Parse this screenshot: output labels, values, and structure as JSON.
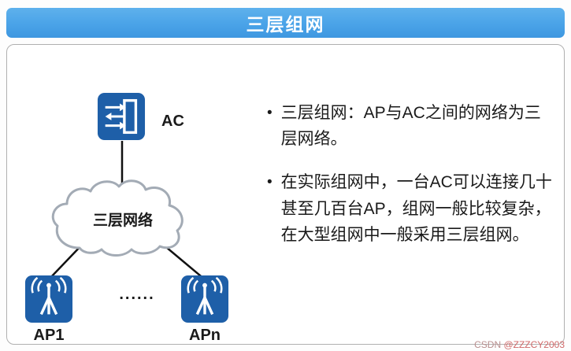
{
  "header": {
    "title": "三层组网"
  },
  "diagram": {
    "ac": {
      "label": "AC"
    },
    "cloud": {
      "label": "三层网络"
    },
    "ap1": {
      "label": "AP1"
    },
    "apn": {
      "label": "APn"
    },
    "ellipsis": "......"
  },
  "notes": {
    "bullet_marker": "•",
    "items": [
      "三层组网：AP与AC之间的网络为三层网络。",
      "在实际组网中，一台AC可以连接几十甚至几百台AP，组网一般比较复杂，在大型组网中一般采用三层组网。"
    ]
  },
  "watermark": {
    "prefix": "CSDN ",
    "handle": "@ZZZCY2003"
  },
  "colors": {
    "header-blue": "#4aa3e8",
    "device-blue": "#1e5fa8",
    "cloud-stroke": "#a3abb5",
    "text-black": "#1a1a1a",
    "watermark-red": "#d06a6a"
  }
}
